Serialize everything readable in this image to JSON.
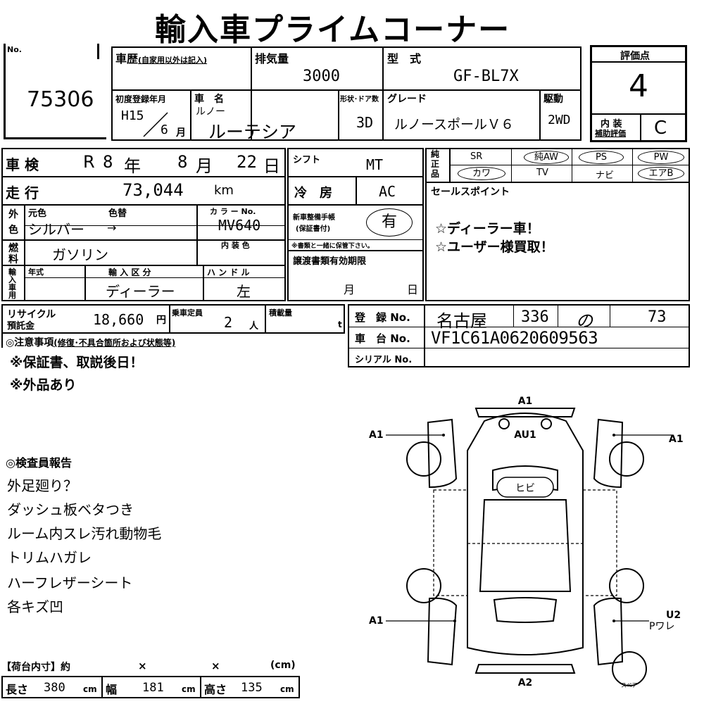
{
  "header": {
    "title": "輸入車プライムコーナー"
  },
  "lot": {
    "no_label": "No.",
    "number": "75306"
  },
  "history": {
    "label": "車歴",
    "note": "(自家用以外は記入)"
  },
  "displacement": {
    "label": "排気量",
    "value": "3000"
  },
  "model": {
    "label": "型　式",
    "value": "GF-BL7X"
  },
  "score": {
    "label": "評価点",
    "value": "4",
    "interior_label_1": "内 装",
    "interior_label_2": "補助評価",
    "interior_value": "C"
  },
  "first_reg": {
    "label": "初度登録年月",
    "year": "H15",
    "month": "6",
    "month_unit": "月"
  },
  "car_name": {
    "label": "車　名",
    "maker": "ルノー",
    "name": "ルーテシア"
  },
  "shape": {
    "label": "形状･ドア数",
    "value": "3D"
  },
  "grade": {
    "label": "グレード",
    "value": "ルノースポールＶ６"
  },
  "drive": {
    "label": "駆動",
    "value": "2WD"
  },
  "inspection": {
    "label": "車 検",
    "era": "R",
    "year": "8",
    "year_unit": "年",
    "month": "8",
    "month_unit": "月",
    "day": "22",
    "day_unit": "日"
  },
  "shift": {
    "label": "シフト",
    "value": "MT"
  },
  "genuine": {
    "label": "純正品",
    "items": [
      "SR",
      "純AW",
      "PS",
      "PW",
      "カワ",
      "TV",
      "ナビ",
      "エアB"
    ]
  },
  "mileage": {
    "label": "走 行",
    "value": "73,044",
    "unit": "km"
  },
  "aircon": {
    "label": "冷　房",
    "value": "AC"
  },
  "sales_point": {
    "label": "セールスポイント",
    "lines": [
      "☆ディーラー車！",
      "☆ユーザー様買取！"
    ]
  },
  "color": {
    "label_1": "外",
    "label_2": "色",
    "original_label": "元色",
    "change_label": "色替",
    "original_value": "シルバー",
    "arrow": "→",
    "code_label": "カ ラ ー No.",
    "code_value": "MV640",
    "interior_label": "内 装 色"
  },
  "warranty": {
    "label_1": "新車整備手帳",
    "label_2": "(保証書付)",
    "value": "有",
    "note": "※書類と一緒に保管下さい。"
  },
  "fuel": {
    "label_1": "燃",
    "label_2": "料",
    "value": "ガソリン"
  },
  "import": {
    "label_1": "輸",
    "label_2": "入",
    "label_3": "車",
    "label_4": "用",
    "year_label": "年式",
    "type_label": "輸 入 区 分",
    "type_value": "ディーラー",
    "handle_label": "ハ ン ド ル",
    "handle_value": "左"
  },
  "transfer": {
    "label": "譲渡書類有効期限",
    "month_unit": "月",
    "day_unit": "日"
  },
  "recycle": {
    "label_1": "リサイクル",
    "label_2": "預託金",
    "value": "18,660",
    "unit": "円"
  },
  "capacity": {
    "label": "乗車定員",
    "value": "2",
    "unit": "人"
  },
  "load": {
    "label": "積載量",
    "unit": "t"
  },
  "registration": {
    "label": "登　録 No.",
    "area": "名古屋",
    "class": "336",
    "kana": "の",
    "number": "73"
  },
  "chassis": {
    "label": "車　台 No.",
    "value": "VF1C61A0620609563"
  },
  "serial": {
    "label": "シリアル No."
  },
  "notes": {
    "label": "◎注意事項",
    "sub": "(修復･不具合箇所および状態等)",
    "lines": [
      "※保証書、取説後日！",
      "※外品あり"
    ]
  },
  "inspector": {
    "label": "◎検査員報告",
    "lines": [
      "外足廻り？",
      "ダッシュ板ベタつき",
      "ルーム内スレ汚れ動物毛",
      "トリムハガレ",
      "ハーフレザーシート",
      "各キズ凹"
    ]
  },
  "cargo": {
    "label": "【荷台内寸】約",
    "x1": "×",
    "x2": "×",
    "unit_paren": "(cm)",
    "length_label": "長さ",
    "length": "380",
    "width_label": "幅",
    "width": "181",
    "height_label": "高さ",
    "height": "135",
    "cm": "cm"
  },
  "diagram": {
    "top": "A1",
    "front": "AU1",
    "glass": "ヒビ",
    "left_front": "A1",
    "right_front": "A1",
    "left_rear": "A1",
    "right_rear_code": "U2",
    "right_rear_note": "Pワレ",
    "rear": "A2",
    "spare": "スペア"
  }
}
